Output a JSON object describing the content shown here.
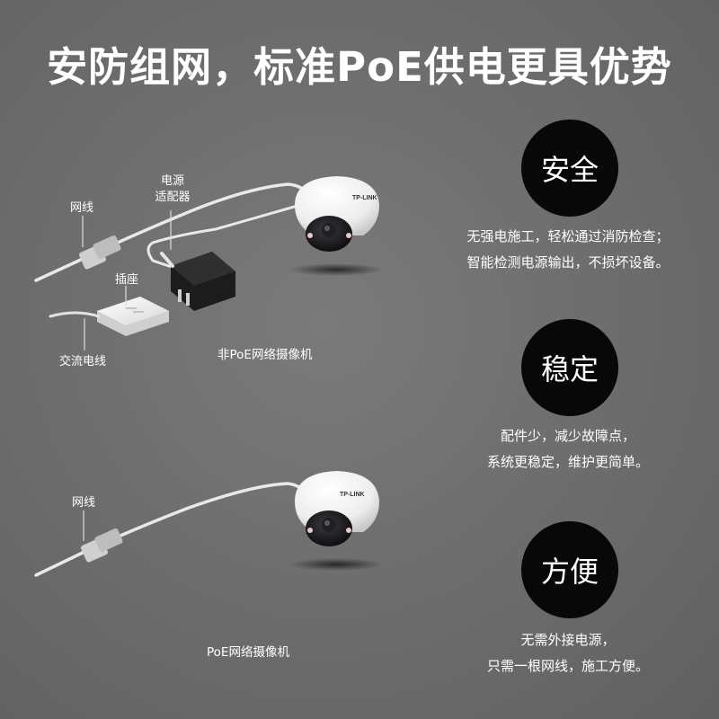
{
  "title": "安防组网，标准PoE供电更具优势",
  "features": [
    {
      "badge": "安全",
      "line1": "无强电施工，轻松通过消防检查；",
      "line2": "智能检测电源输出，不损坏设备。"
    },
    {
      "badge": "稳定",
      "line1": "配件少，减少故障点，",
      "line2": "系统更稳定，维护更简单。"
    },
    {
      "badge": "方便",
      "line1": "无需外接电源，",
      "line2": "只需一根网线，施工方便。"
    }
  ],
  "top_scene": {
    "network_cable_label": "网线",
    "power_adapter_label_line1": "电源",
    "power_adapter_label_line2": "适配器",
    "socket_label": "插座",
    "ac_cable_label": "交流电线",
    "caption": "非PoE网络摄像机",
    "camera_brand": "TP-LINK"
  },
  "bottom_scene": {
    "network_cable_label": "网线",
    "caption": "PoE网络摄像机",
    "camera_brand": "TP-LINK"
  },
  "colors": {
    "badge_fill": "#080808",
    "background": "#6c6c6c",
    "text": "#ffffff"
  }
}
